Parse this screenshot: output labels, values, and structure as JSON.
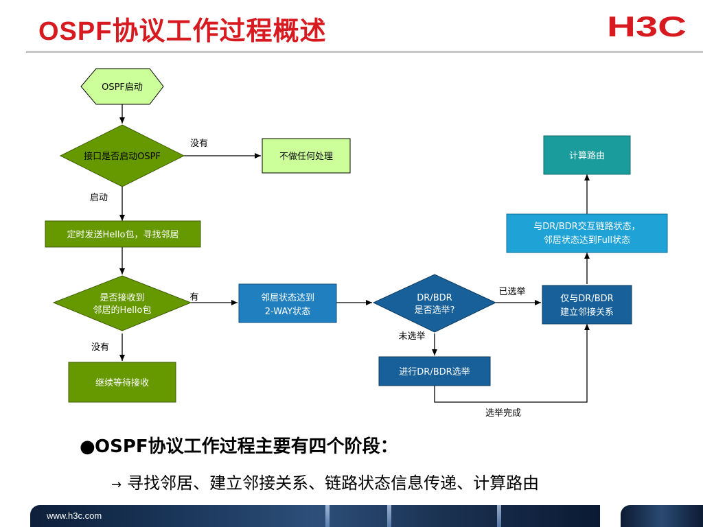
{
  "title": "OSPF协议工作过程概述",
  "logo_text": "H3C",
  "flow": {
    "start": "OSPF启动",
    "check_enabled": "接口是否启动OSPF",
    "label_no_1": "没有",
    "no_action": "不做任何处理",
    "label_enabled": "启动",
    "send_hello": "定时发送Hello包，寻找邻居",
    "check_hello_l1": "是否接收到",
    "check_hello_l2": "邻居的Hello包",
    "label_yes": "有",
    "label_no_2": "没有",
    "keep_waiting": "继续等待接收",
    "two_way_l1": "邻居状态达到",
    "two_way_l2": "2-WAY状态",
    "dr_check_l1": "DR/BDR",
    "dr_check_l2": "是否选举?",
    "label_elected": "已选举",
    "label_not_elected": "未选举",
    "do_election": "进行DR/BDR选举",
    "label_election_done": "选举完成",
    "adjacency_l1": "仅与DR/BDR",
    "adjacency_l2": "建立邻接关系",
    "exchange_l1": "与DR/BDR交互链路状态，",
    "exchange_l2": "邻居状态达到Full状态",
    "compute": "计算路由"
  },
  "bullet": "OSPF协议工作过程主要有四个阶段：",
  "sub_bullet": "寻找邻居、建立邻接关系、链路状态信息传递、计算路由",
  "footer_url": "www.h3c.com",
  "colors": {
    "title_red": "#d71920",
    "light_green": "#ccff99",
    "dark_green": "#669900",
    "blue": "#1f7fbf",
    "navy": "#17609a",
    "teal": "#1a9c9c",
    "cyan": "#1fa2d6"
  }
}
